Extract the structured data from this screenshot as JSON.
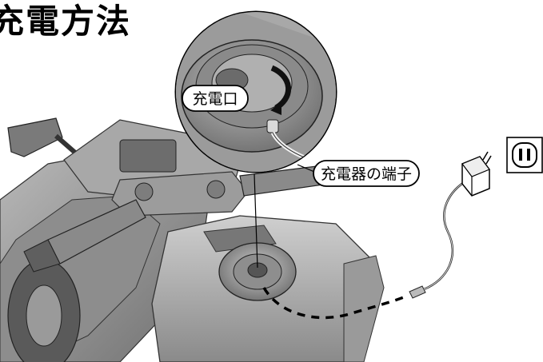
{
  "title": "充電方法",
  "callouts": {
    "charging_port": "充電口",
    "charger_plug": "充電器の端子"
  }
}
